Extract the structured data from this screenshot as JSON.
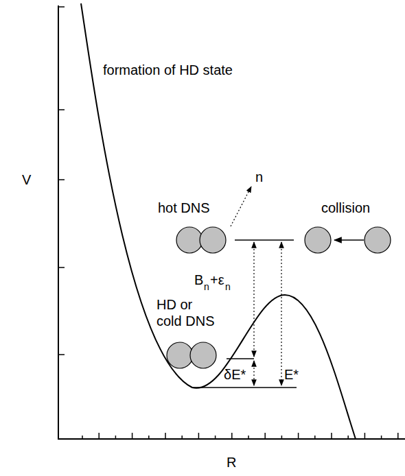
{
  "diagram": {
    "labels": [
      "formation of HD state",
      "V",
      "R",
      "n",
      "hot DNS",
      "collision",
      "HD or cold DNS",
      "B",
      "n",
      "+ε",
      "n",
      "δE*",
      "E*"
    ]
  }
}
